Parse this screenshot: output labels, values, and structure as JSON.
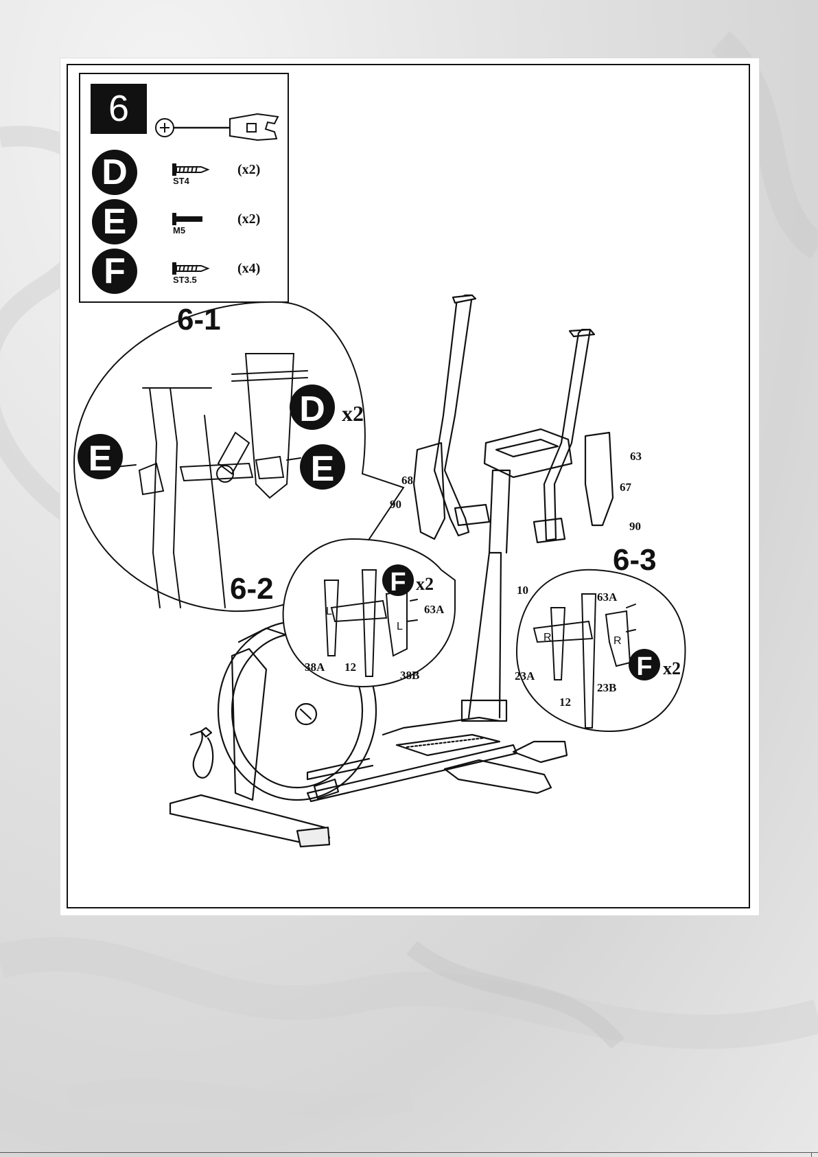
{
  "step": "6",
  "parts": [
    {
      "badge": "D",
      "code": "ST4",
      "qty": "(x2)"
    },
    {
      "badge": "E",
      "code": "M5",
      "qty": "(x2)"
    },
    {
      "badge": "F",
      "code": "ST3.5",
      "qty": "(x4)"
    }
  ],
  "callouts": {
    "c1": {
      "title": "6-1",
      "badge_d": "D",
      "mult_d": "x2",
      "badge_e_left": "E",
      "badge_e_right": "E"
    },
    "c2": {
      "title": "6-2",
      "badge_f": "F",
      "mult_f": "x2",
      "labels": [
        "63A",
        "38A",
        "12",
        "38B"
      ],
      "marks": [
        "L",
        "L"
      ]
    },
    "c3": {
      "title": "6-3",
      "badge_f": "F",
      "mult_f": "x2",
      "labels": [
        "63A",
        "23A",
        "12",
        "23B"
      ],
      "marks": [
        "R",
        "R"
      ]
    }
  },
  "main_labels": [
    "68",
    "90",
    "63",
    "67",
    "90",
    "10"
  ]
}
